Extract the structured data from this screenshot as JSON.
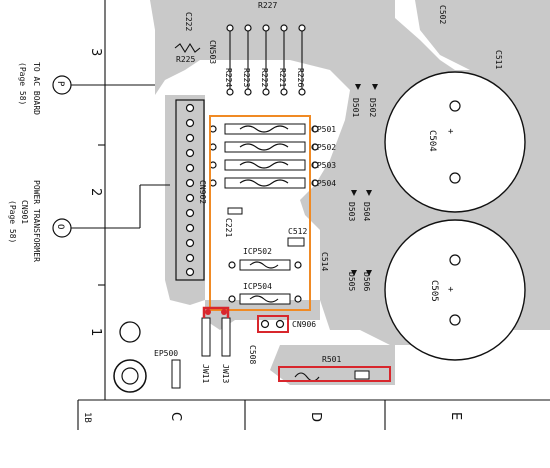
{
  "title_left_block": {
    "page_ref_top": "(Page 58)",
    "to_ac_board": "TO AC BOARD",
    "connector_p": "P",
    "page_ref_bottom": "(Page 58)",
    "cn901": "CN901",
    "power_transformer": "POWER TRANSFORMER",
    "connector_o": "O"
  },
  "grid": {
    "row_labels": [
      "3",
      "2",
      "1"
    ],
    "col_labels": [
      "C",
      "D",
      "E"
    ],
    "corner": "1B"
  },
  "components": {
    "cp501": "CP501",
    "cp502": "CP502",
    "cp503": "CP503",
    "cp504": "CP504",
    "icp502": "ICP502",
    "icp504": "ICP504",
    "c512": "C512",
    "c514": "C514",
    "c221": "C221",
    "c508": "C508",
    "c222": "C222",
    "c504": "C504",
    "c505": "C505",
    "c502": "C502",
    "c511": "C511",
    "cn902": "CN902",
    "cn503": "CN503",
    "cn906": "CN906",
    "r221": "R221",
    "r222": "R222",
    "r223": "R223",
    "r224": "R224",
    "r225": "R225",
    "r226": "R226",
    "r227": "R227",
    "r501": "R501",
    "d501": "D501",
    "d502": "D502",
    "d503": "D503",
    "d504": "D504",
    "d505": "D505",
    "d506": "D506",
    "jw11": "JW11",
    "jw13": "JW13",
    "ep500": "EP500"
  },
  "highlight_colors": {
    "orange_box": "#f08a24",
    "red_box": "#d8262c",
    "copper": "#c9c9c9"
  }
}
